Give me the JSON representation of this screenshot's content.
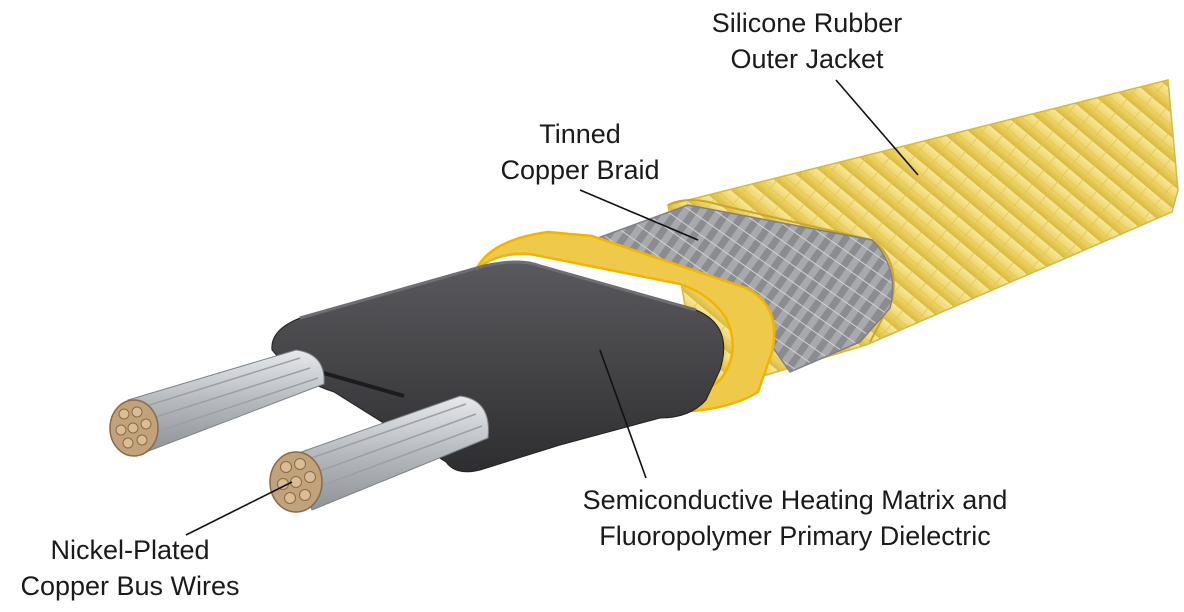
{
  "labels": {
    "jacket": {
      "line1": "Silicone Rubber",
      "line2": "Outer Jacket"
    },
    "braid": {
      "line1": "Tinned",
      "line2": "Copper Braid"
    },
    "matrix": {
      "line1": "Semiconductive Heating Matrix and",
      "line2": "Fluoropolymer Primary Dielectric"
    },
    "bus": {
      "line1": "Nickel-Plated",
      "line2": "Copper Bus Wires"
    }
  },
  "colors": {
    "jacket": "#efd46a",
    "jacket_edge": "#f2b400",
    "braid": "#9a9a9a",
    "matrix": "#404043",
    "wire": "#c9ccd0",
    "wire_end": "#c2a27a",
    "leader": "#111111"
  }
}
